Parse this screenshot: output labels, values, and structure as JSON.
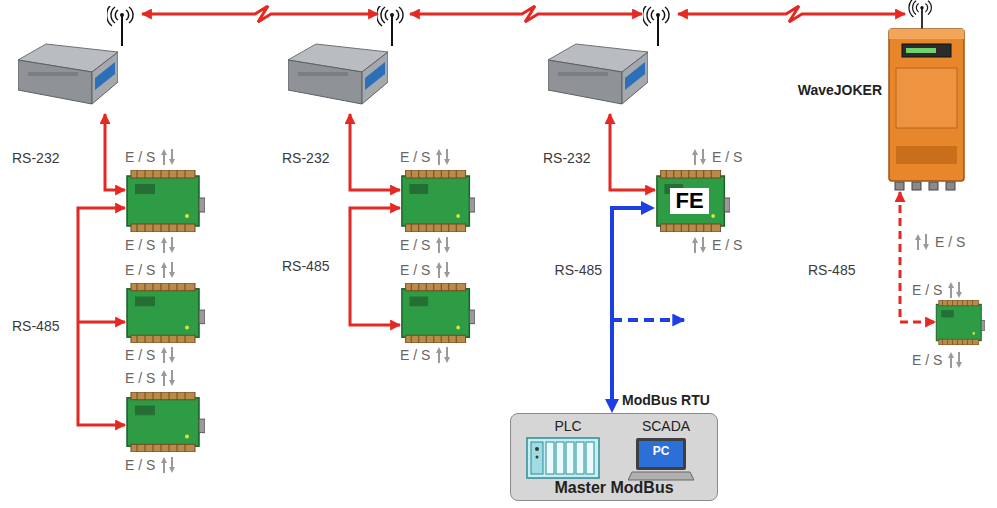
{
  "diagram": {
    "nodes": [
      {
        "text": [
          "WaveJOKER"
        ]
      },
      {
        "text": [
          "FE"
        ]
      },
      {
        "text": [
          "Master ModBus"
        ]
      },
      {
        "text": [
          "PLC"
        ],
        "in": 2
      },
      {
        "text": [
          "SCADA",
          "PC"
        ],
        "in": 2
      }
    ],
    "edges": [
      {
        "from": 1,
        "to": 2,
        "arrow": "both",
        "label": "RS-485"
      }
    ],
    "labels": [
      "RS-232",
      "RS-485",
      "E / S",
      "E / S",
      "E / S",
      "E / S",
      "E / S",
      "E / S",
      "RS-232",
      "RS-485",
      "E / S",
      "E / S",
      "E / S",
      "E / S",
      "RS-232",
      "E / S",
      "E / S",
      "ModBus RTU",
      "RS-485",
      "E / S",
      "E / S",
      "E / S"
    ]
  }
}
